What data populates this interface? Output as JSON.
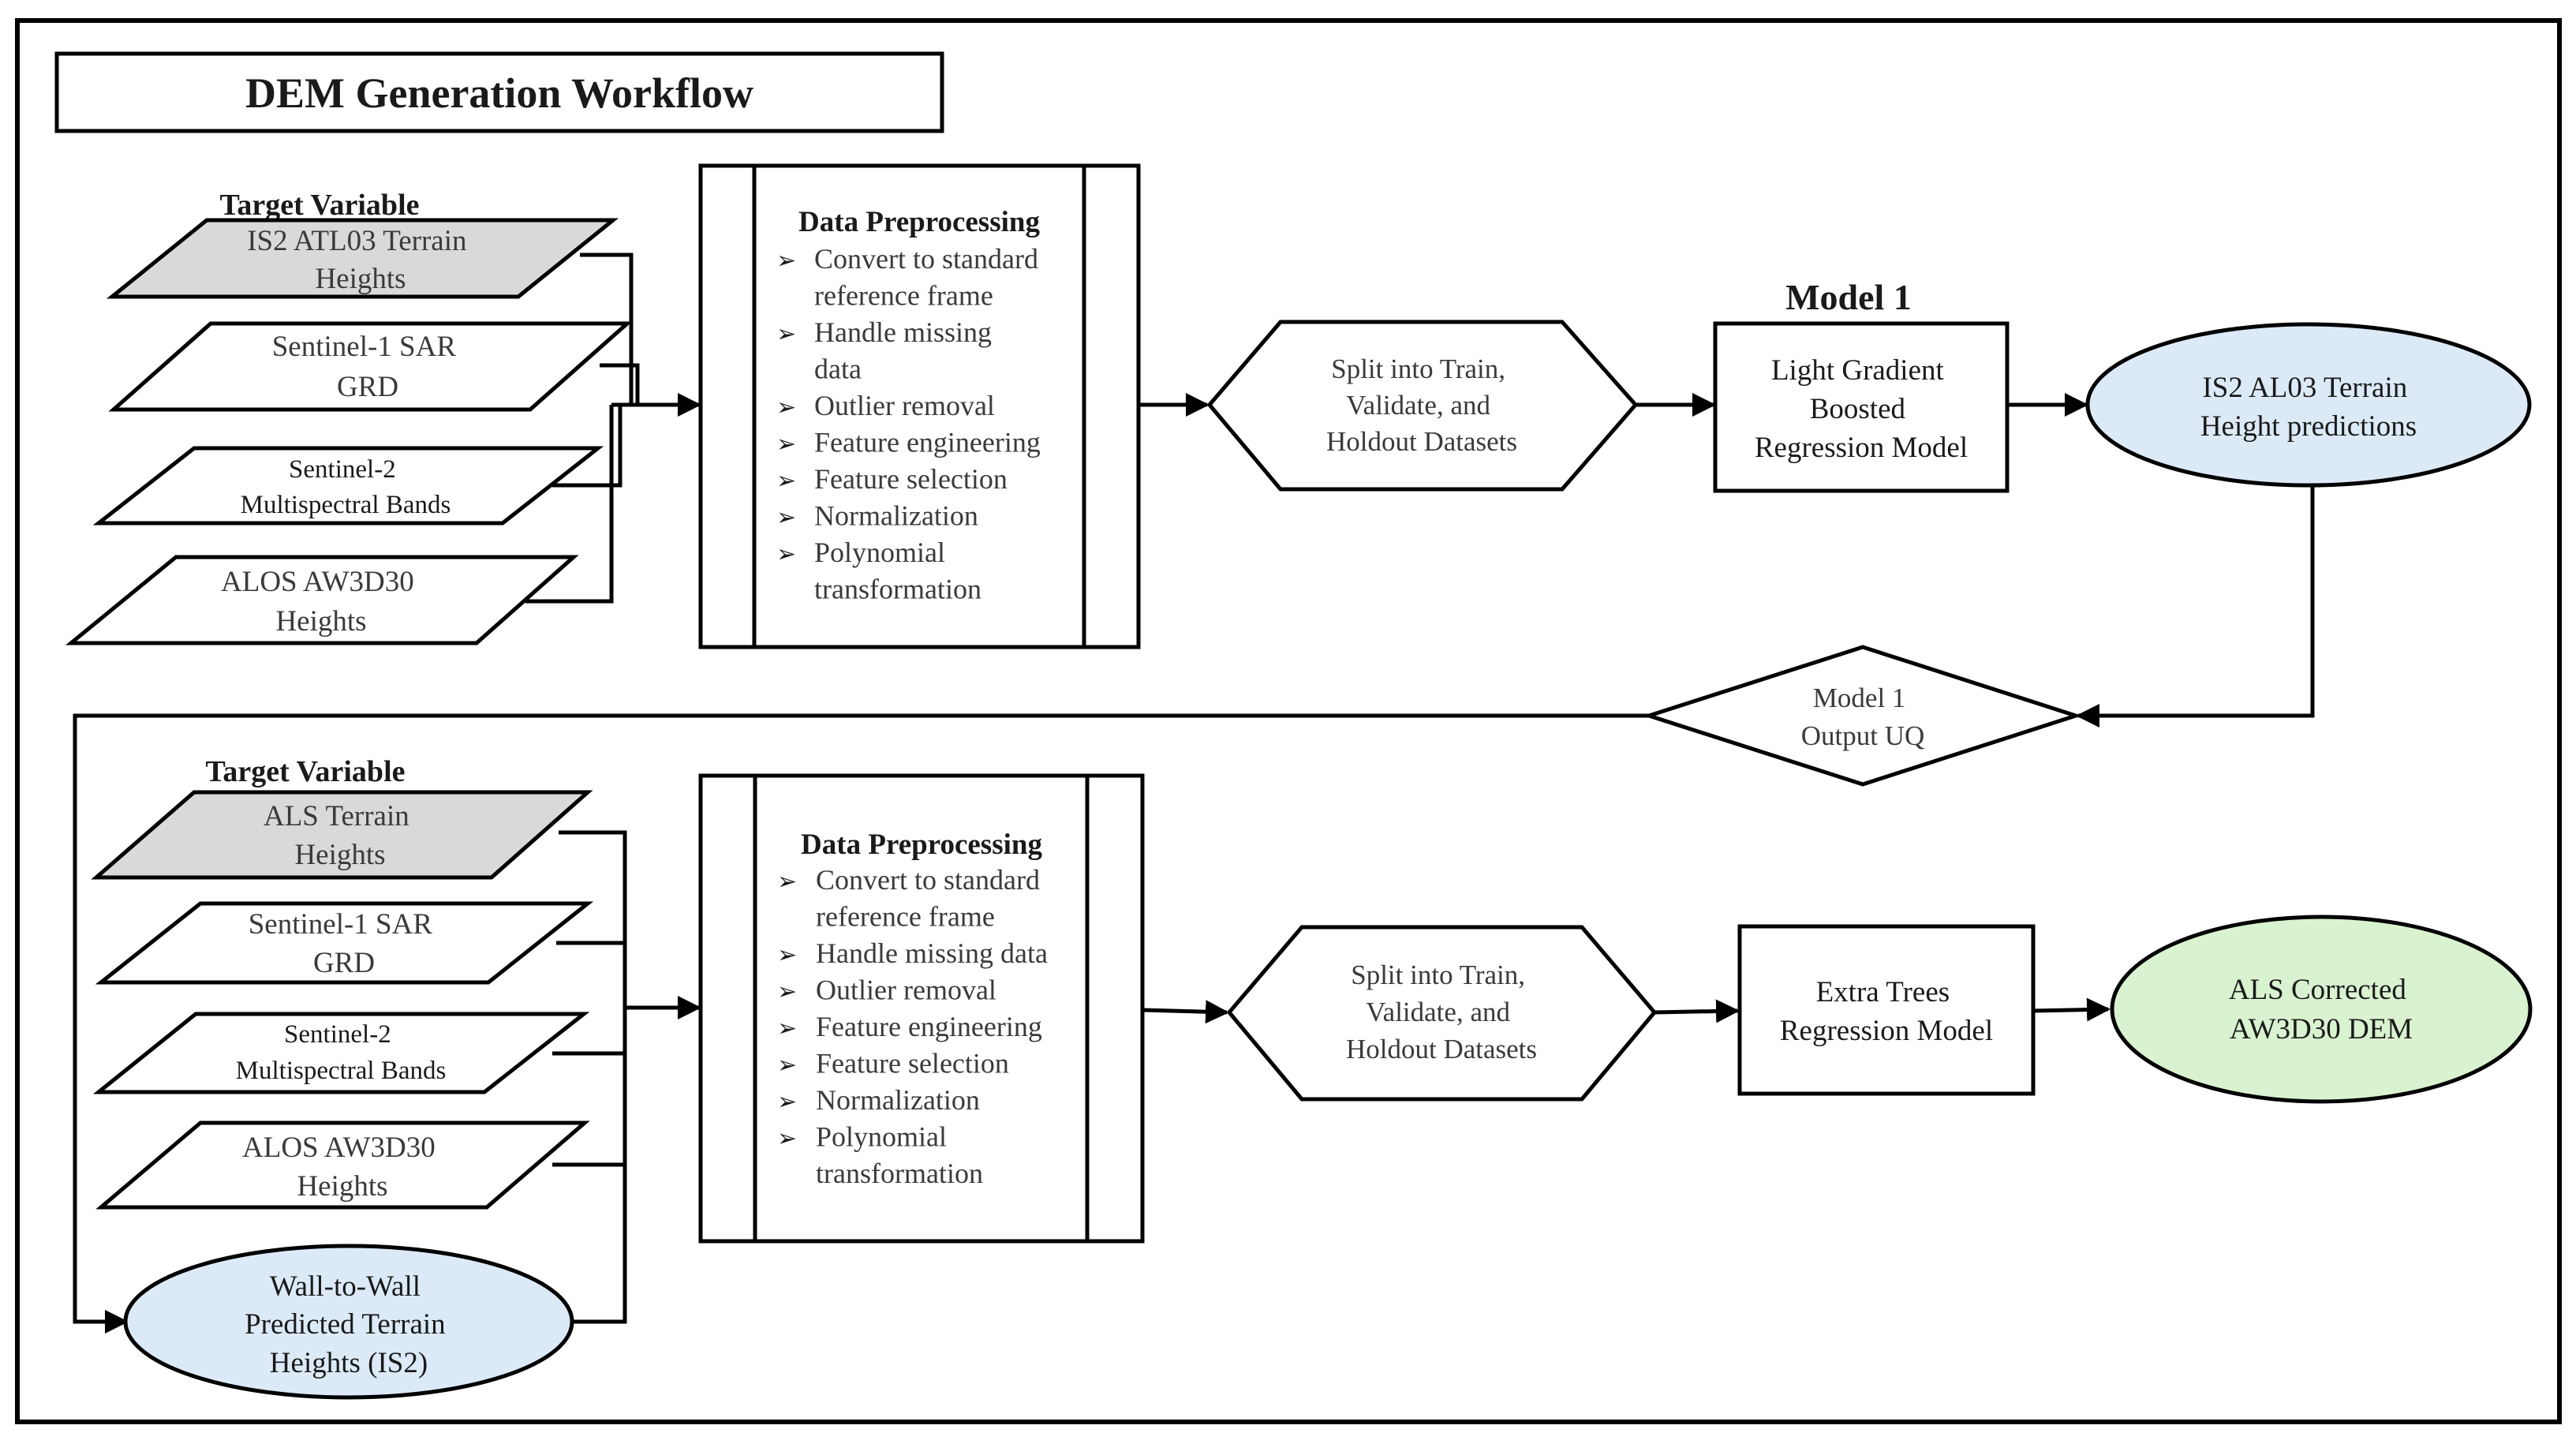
{
  "title": "DEM Generation Workflow",
  "colors": {
    "input_target_fill": "#d9d9d9",
    "prediction_fill": "#dceaf7",
    "final_output_fill": "#d9f2d0",
    "line": "#000000",
    "box_fill": "#ffffff"
  },
  "top_workflow": {
    "target_label": "Target Variable",
    "inputs": [
      [
        "IS2 ATL03  Terrain",
        "Heights"
      ],
      [
        "Sentinel-1 SAR",
        "GRD"
      ],
      [
        "Sentinel-2",
        "Multispectral Bands"
      ],
      [
        "ALOS AW3D30",
        "Heights"
      ]
    ],
    "preprocessing": {
      "title": "Data Preprocessing",
      "items": [
        [
          "Convert to standard",
          "reference frame"
        ],
        [
          "Handle missing",
          "data"
        ],
        [
          "Outlier removal"
        ],
        [
          "Feature engineering"
        ],
        [
          "Feature selection"
        ],
        [
          "Normalization"
        ],
        [
          "Polynomial",
          "transformation"
        ]
      ]
    },
    "split": [
      "Split into Train,",
      "Validate, and",
      "Holdout Datasets"
    ],
    "model_label": "Model 1",
    "model": [
      "Light Gradient",
      "Boosted",
      "Regression Model"
    ],
    "output": [
      "IS2 AL03  Terrain",
      "Height predictions"
    ]
  },
  "uq": [
    "Model 1",
    "Output UQ"
  ],
  "bottom_workflow": {
    "target_label": "Target Variable",
    "inputs": [
      [
        "ALS Terrain",
        "Heights"
      ],
      [
        "Sentinel-1 SAR",
        "GRD"
      ],
      [
        "Sentinel-2",
        "Multispectral Bands"
      ],
      [
        "ALOS AW3D30",
        "Heights"
      ]
    ],
    "predicted_input": [
      "Wall-to-Wall",
      "Predicted Terrain",
      "Heights (IS2)"
    ],
    "preprocessing": {
      "title": "Data Preprocessing",
      "items": [
        [
          "Convert to standard",
          "reference frame"
        ],
        [
          "Handle missing data"
        ],
        [
          "Outlier removal"
        ],
        [
          "Feature engineering"
        ],
        [
          "Feature selection"
        ],
        [
          "Normalization"
        ],
        [
          "Polynomial",
          "transformation"
        ]
      ]
    },
    "split": [
      "Split into Train,",
      "Validate, and",
      "Holdout Datasets"
    ],
    "model": [
      "Extra Trees",
      "Regression Model"
    ],
    "output": [
      "ALS Corrected",
      "AW3D30 DEM"
    ]
  },
  "bullet_glyph": "➢"
}
